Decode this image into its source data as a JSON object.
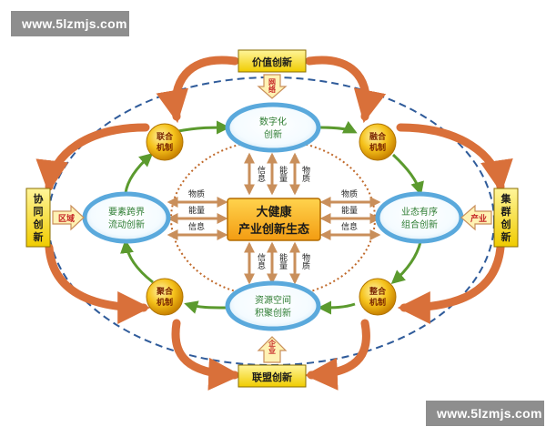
{
  "watermarks": [
    "www.5lzmjs.com",
    "www.5lzmjs.com"
  ],
  "center": {
    "line1": "大健康",
    "line2": "产业创新生态"
  },
  "nodes": {
    "top": [
      "数字化",
      "创新"
    ],
    "left": [
      "要素跨界",
      "流动创新"
    ],
    "right": [
      "业态有序",
      "组合创新"
    ],
    "bottom": [
      "资源空间",
      "积聚创新"
    ]
  },
  "mechanisms": {
    "top_left": [
      "联合",
      "机制"
    ],
    "top_right": [
      "融合",
      "机制"
    ],
    "bottom_left": [
      "聚合",
      "机制"
    ],
    "bottom_right": [
      "整合",
      "机制"
    ]
  },
  "outer_boxes": {
    "top": "价值创新",
    "bottom": "联盟创新",
    "left": [
      "协",
      "同",
      "创",
      "新"
    ],
    "right": [
      "集",
      "群",
      "创",
      "新"
    ]
  },
  "tags": {
    "network": "网络",
    "region": "区域",
    "industry": "产业",
    "enterprise": "企业"
  },
  "flow_labels": {
    "left": [
      "物质",
      "能量",
      "信息"
    ],
    "right": [
      "物质",
      "能量",
      "信息"
    ],
    "top": [
      "信息",
      "能量",
      "物质"
    ],
    "bottom": [
      "信息",
      "能量",
      "物质"
    ]
  },
  "colors": {
    "center_box": "#f5a623",
    "ellipse_border": "#5aa9dc",
    "mechanism": "#f2b51a",
    "outer_arrow": "#d9703a",
    "green_arrow": "#5b9a2e",
    "dashed_ring": "#2f5b9a",
    "dotted_ring": "#c0692a",
    "flow_arrow": "#c98f5b",
    "outer_box": "#f4d000"
  }
}
